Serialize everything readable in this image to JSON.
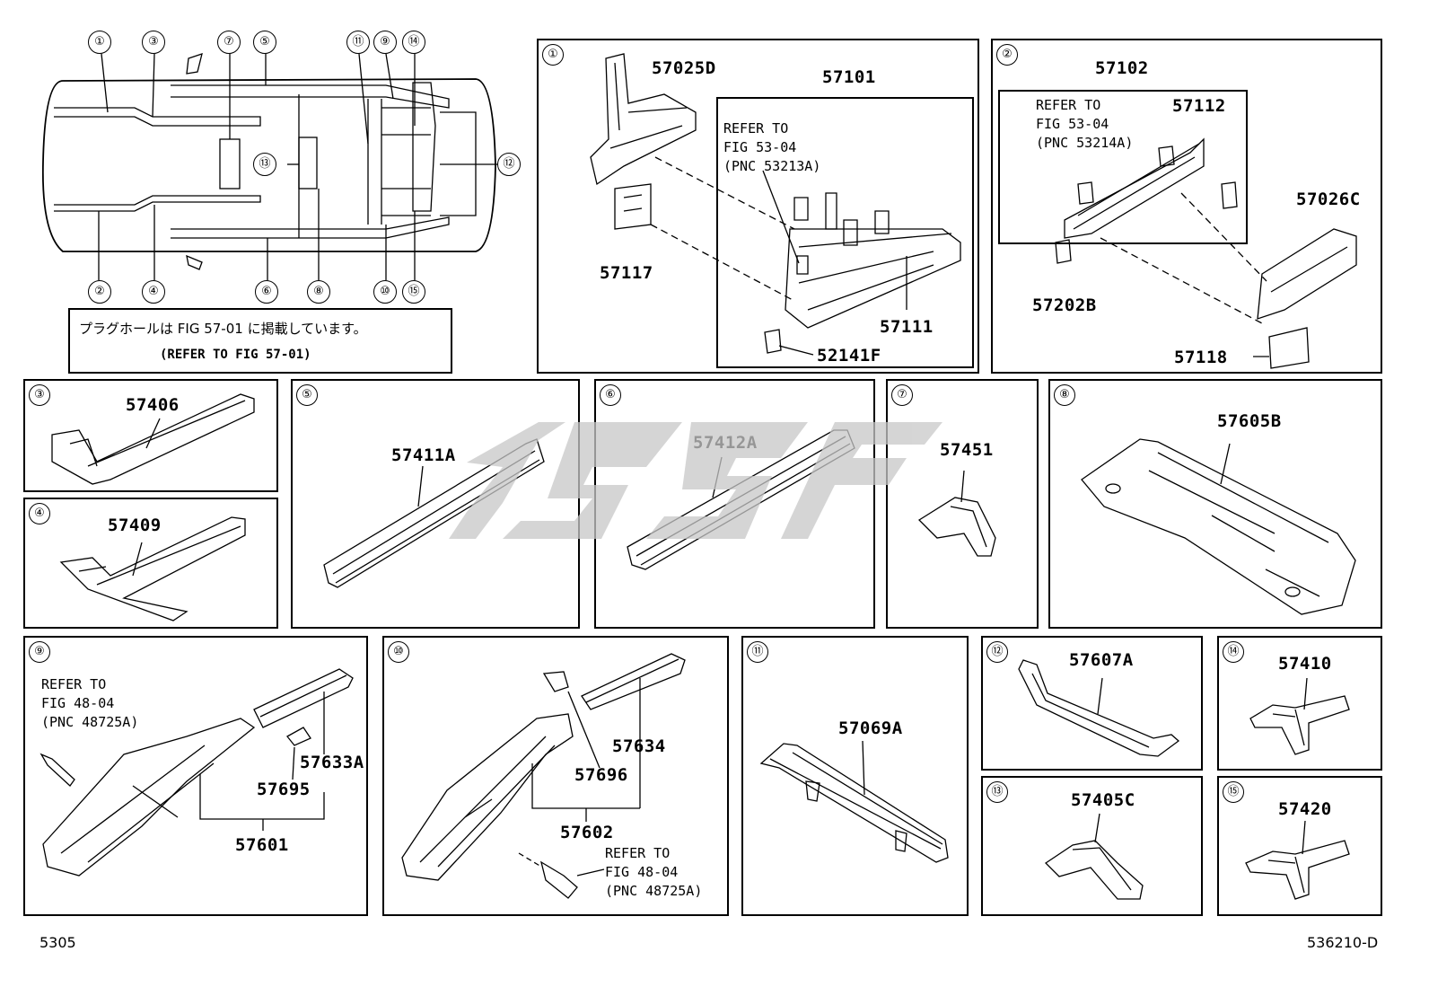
{
  "overview": {
    "callouts": [
      "①",
      "③",
      "⑦",
      "⑤",
      "⑪",
      "⑨",
      "⑭",
      "⑬",
      "⑫",
      "②",
      "④",
      "⑥",
      "⑧",
      "⑩",
      "⑮"
    ],
    "note_jp": "プラグホールは FIG 57-01 に掲載しています。",
    "note_en": "(REFER TO FIG 57-01)"
  },
  "panels": {
    "p1": {
      "num": "①",
      "codes": [
        "57025D",
        "57101",
        "57117",
        "57111",
        "52141F"
      ],
      "ref": "REFER TO\nFIG 53-04\n(PNC 53213A)"
    },
    "p2": {
      "num": "②",
      "codes": [
        "57102",
        "57112",
        "57026C",
        "57202B",
        "57118"
      ],
      "ref": "REFER TO\nFIG 53-04\n(PNC 53214A)"
    },
    "p3": {
      "num": "③",
      "codes": [
        "57406"
      ]
    },
    "p4": {
      "num": "④",
      "codes": [
        "57409"
      ]
    },
    "p5": {
      "num": "⑤",
      "codes": [
        "57411A"
      ]
    },
    "p6": {
      "num": "⑥",
      "codes": [
        "57412A"
      ]
    },
    "p7": {
      "num": "⑦",
      "codes": [
        "57451"
      ]
    },
    "p8": {
      "num": "⑧",
      "codes": [
        "57605B"
      ]
    },
    "p9": {
      "num": "⑨",
      "codes": [
        "57633A",
        "57695",
        "57601"
      ],
      "ref": "REFER TO\nFIG 48-04\n(PNC 48725A)"
    },
    "p10": {
      "num": "⑩",
      "codes": [
        "57634",
        "57696",
        "57602"
      ],
      "ref": "REFER TO\nFIG 48-04\n(PNC 48725A)"
    },
    "p11": {
      "num": "⑪",
      "codes": [
        "57069A"
      ]
    },
    "p12": {
      "num": "⑫",
      "codes": [
        "57607A"
      ]
    },
    "p13": {
      "num": "⑬",
      "codes": [
        "57405C"
      ]
    },
    "p14": {
      "num": "⑭",
      "codes": [
        "57410"
      ]
    },
    "p15": {
      "num": "⑮",
      "codes": [
        "57420"
      ]
    }
  },
  "footer": {
    "left": "5305",
    "right": "536210-D"
  },
  "colors": {
    "line": "#000000",
    "watermark": "#c8c8c8"
  }
}
